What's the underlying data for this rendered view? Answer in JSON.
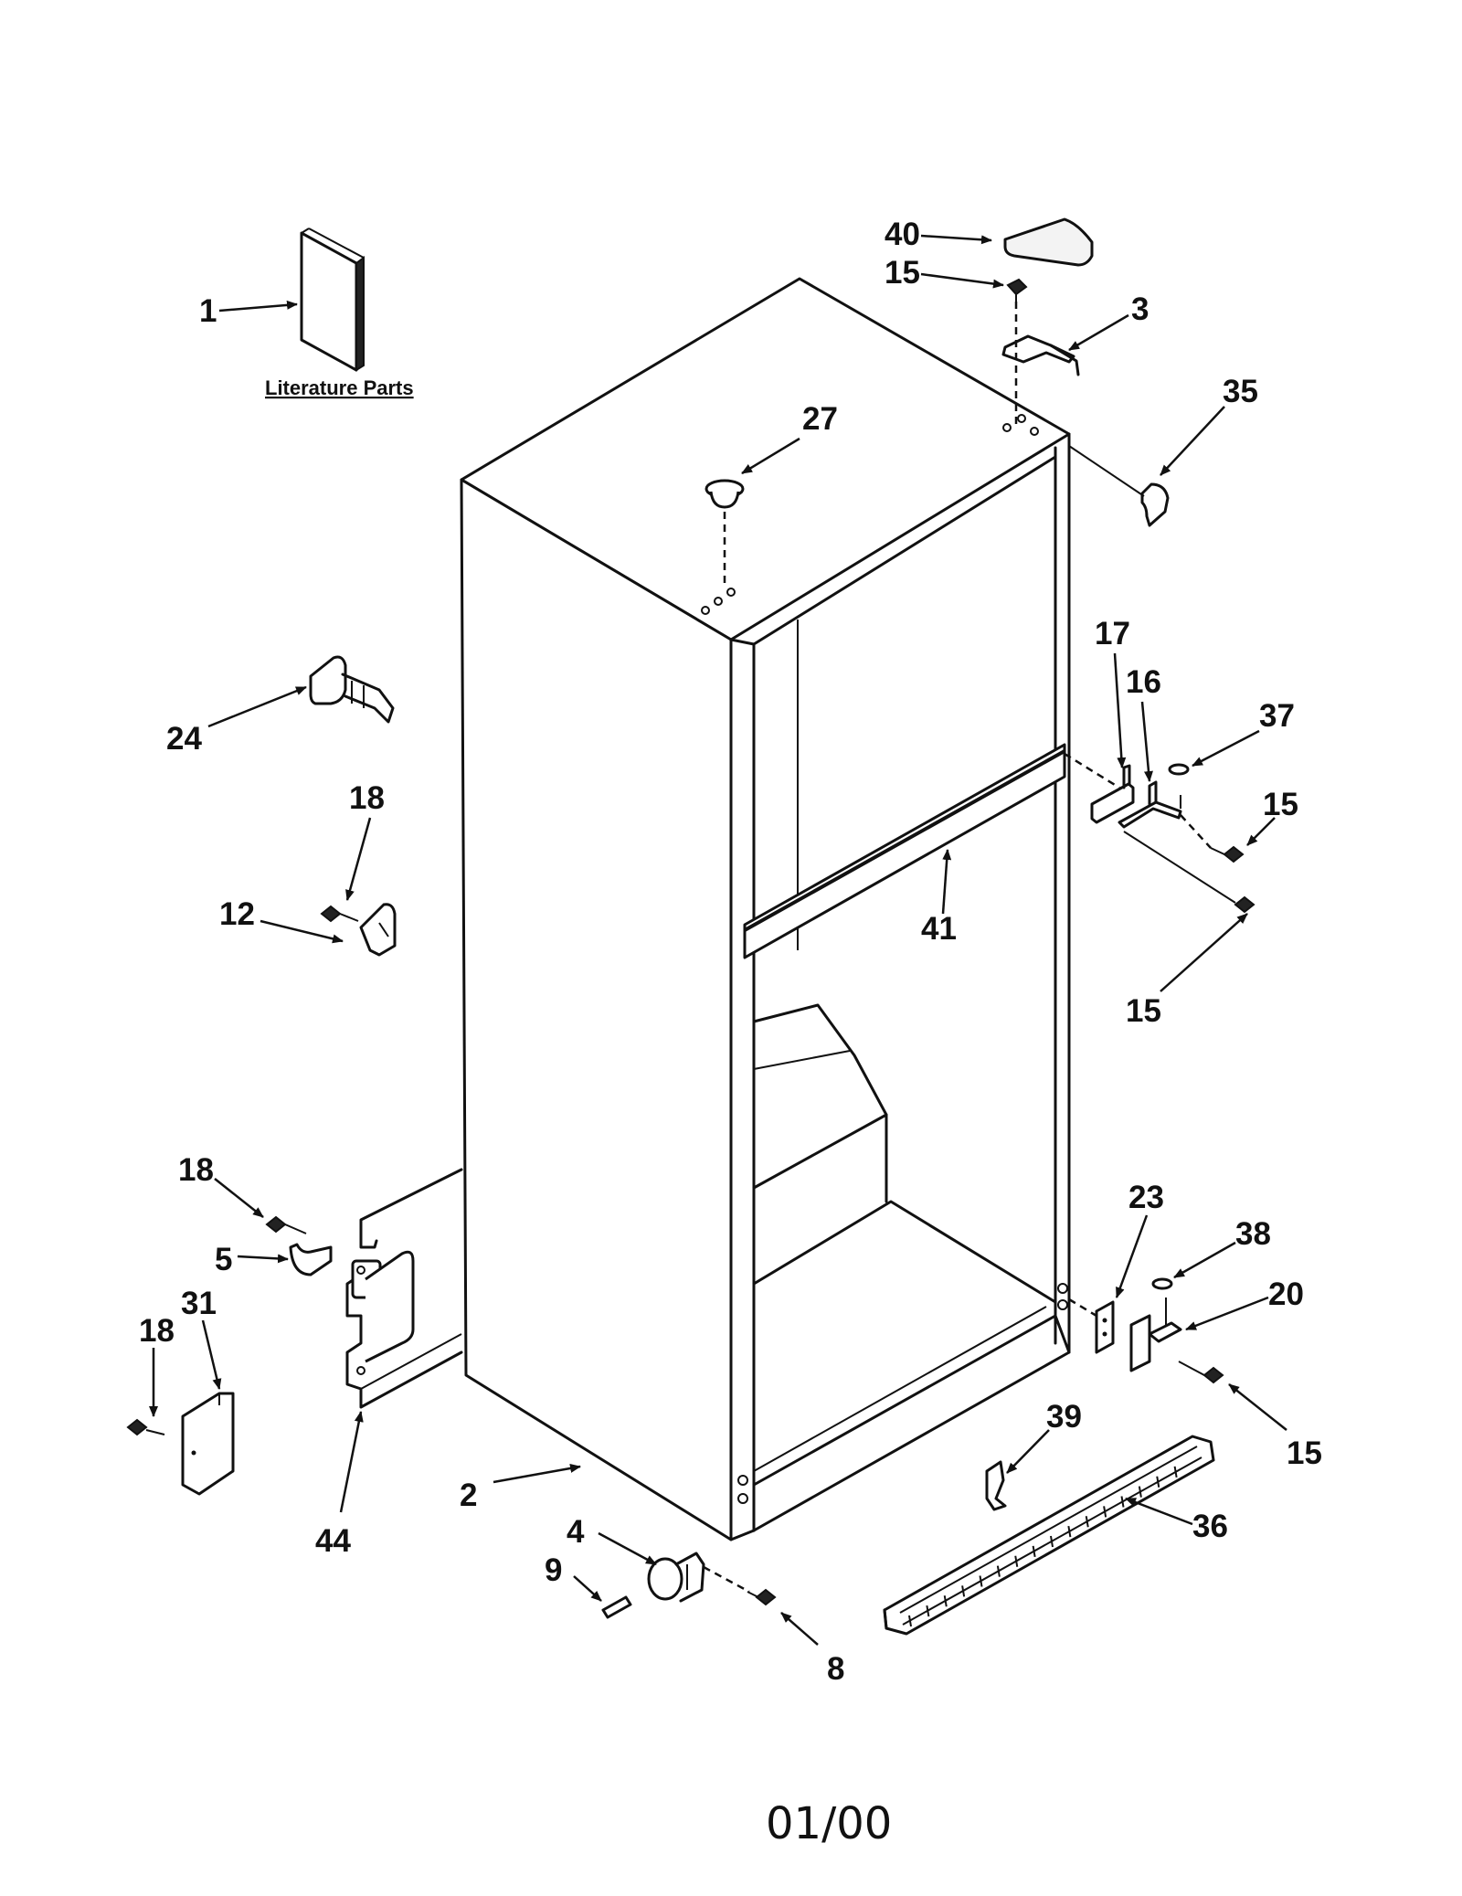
{
  "literature_caption": "Literature Parts",
  "footer_date": "01/00",
  "callouts": [
    {
      "id": "c1",
      "text": "1"
    },
    {
      "id": "c40",
      "text": "40"
    },
    {
      "id": "c15a",
      "text": "15"
    },
    {
      "id": "c3",
      "text": "3"
    },
    {
      "id": "c35",
      "text": "35"
    },
    {
      "id": "c27",
      "text": "27"
    },
    {
      "id": "c24",
      "text": "24"
    },
    {
      "id": "c18a",
      "text": "18"
    },
    {
      "id": "c12",
      "text": "12"
    },
    {
      "id": "c17",
      "text": "17"
    },
    {
      "id": "c16",
      "text": "16"
    },
    {
      "id": "c37",
      "text": "37"
    },
    {
      "id": "c15b",
      "text": "15"
    },
    {
      "id": "c41",
      "text": "41"
    },
    {
      "id": "c15c",
      "text": "15"
    },
    {
      "id": "c18b",
      "text": "18"
    },
    {
      "id": "c5",
      "text": "5"
    },
    {
      "id": "c31",
      "text": "31"
    },
    {
      "id": "c18c",
      "text": "18"
    },
    {
      "id": "c44",
      "text": "44"
    },
    {
      "id": "c2",
      "text": "2"
    },
    {
      "id": "c23",
      "text": "23"
    },
    {
      "id": "c38",
      "text": "38"
    },
    {
      "id": "c20",
      "text": "20"
    },
    {
      "id": "c15d",
      "text": "15"
    },
    {
      "id": "c39",
      "text": "39"
    },
    {
      "id": "c36",
      "text": "36"
    },
    {
      "id": "c4",
      "text": "4"
    },
    {
      "id": "c9",
      "text": "9"
    },
    {
      "id": "c8",
      "text": "8"
    }
  ]
}
